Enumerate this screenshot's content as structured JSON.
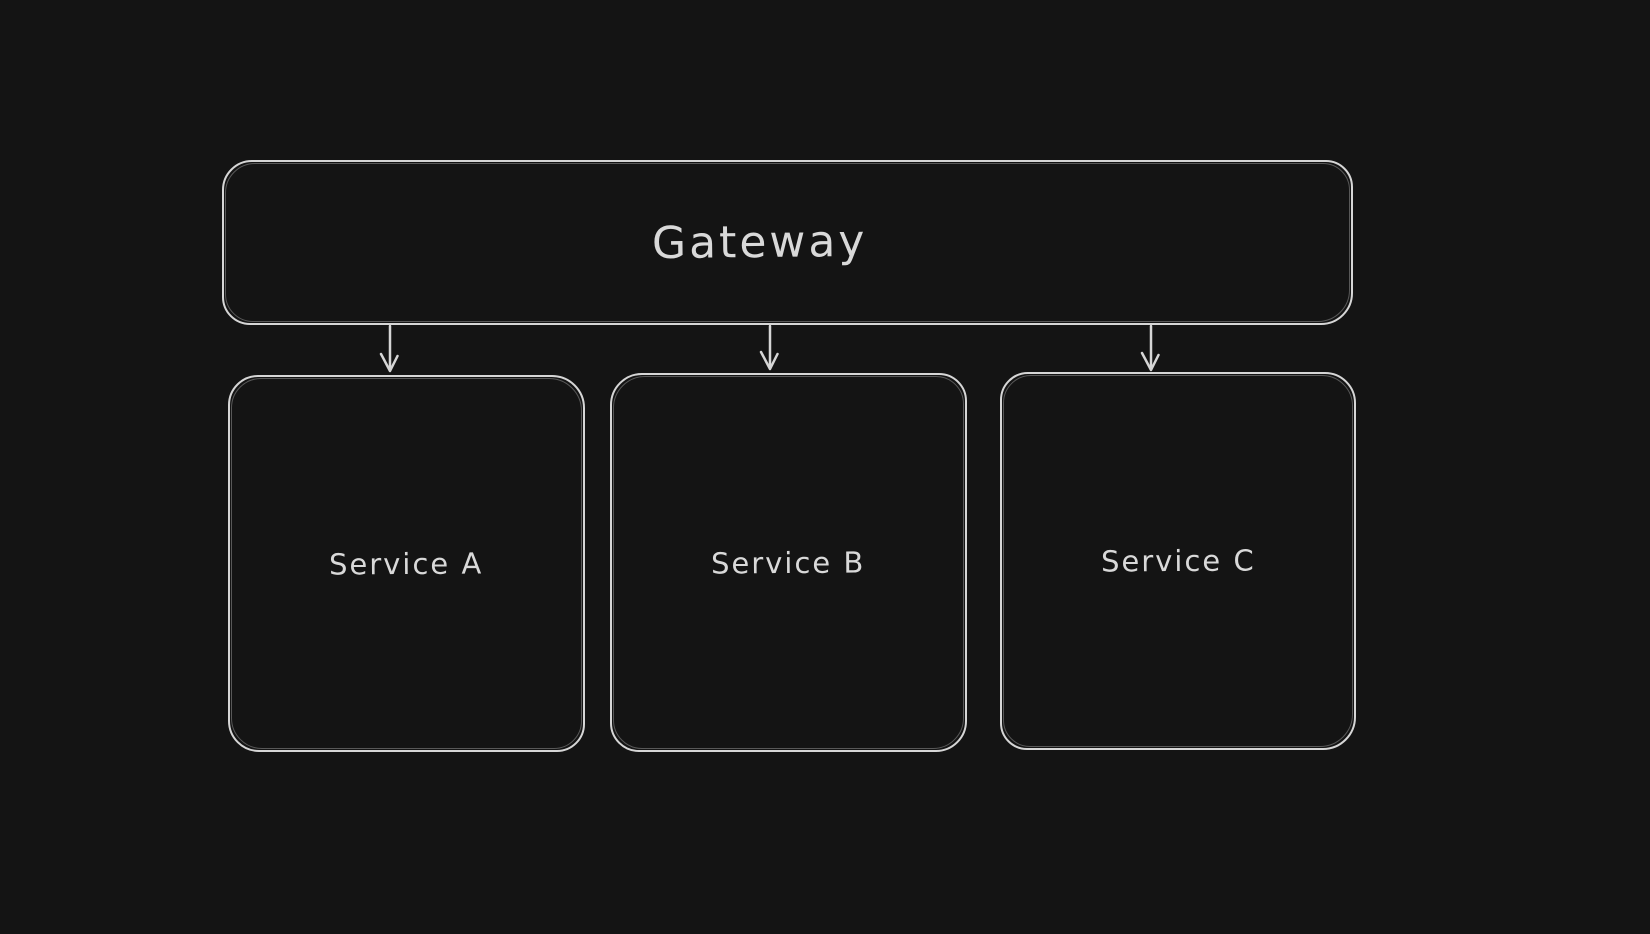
{
  "diagram": {
    "style": "hand-drawn-sketch",
    "background_color": "#141414",
    "stroke_color": "#d6d6d6",
    "text_color": "#d9d9d9",
    "nodes": [
      {
        "id": "gateway",
        "label": "Gateway"
      },
      {
        "id": "service-a",
        "label": "Service A"
      },
      {
        "id": "service-b",
        "label": "Service B"
      },
      {
        "id": "service-c",
        "label": "Service C"
      }
    ],
    "edges": [
      {
        "from": "gateway",
        "to": "service-a",
        "direction": "down"
      },
      {
        "from": "gateway",
        "to": "service-b",
        "direction": "down"
      },
      {
        "from": "gateway",
        "to": "service-c",
        "direction": "down"
      }
    ]
  }
}
